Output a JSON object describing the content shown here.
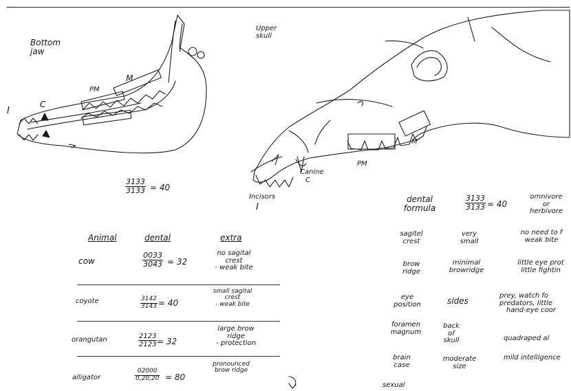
{
  "sketch_labels": {
    "bottom_jaw": "Bottom\njaw",
    "upper_skull": "Upper\nskull",
    "pm_left": "PM",
    "m_left": "M",
    "c_left": "C",
    "i_left": "I",
    "pm_right": "PM",
    "m_right": "M",
    "canine": "Canine",
    "canine_c": "C",
    "incisors": "Incisors",
    "incisors_i": "I"
  },
  "center_formula": {
    "num": "3133",
    "den": "3133",
    "result": "= 40"
  },
  "table": {
    "headers": {
      "animal": "Animal",
      "dental": "dental",
      "extra": "extra"
    },
    "rows": [
      {
        "animal": "cow",
        "num": "0033",
        "den": "3043",
        "result": "= 32",
        "extra": [
          "no sagital",
          "crest",
          "- weak bite"
        ]
      },
      {
        "animal": "coyote",
        "num": "3142",
        "den": "3143",
        "result": "= 40",
        "extra": [
          "small sagital",
          "crest",
          "- weak bite"
        ]
      },
      {
        "animal": "orangutan",
        "num": "2123",
        "den": "2123",
        "result": "= 32",
        "extra": [
          "large brow",
          "ridge",
          "- protection"
        ]
      },
      {
        "animal": "alligator",
        "num": "02000",
        "den": "0,20,20",
        "result": "= 80",
        "extra": [
          "pronounced",
          "brow ridge"
        ]
      }
    ]
  },
  "traits": {
    "formula_label": [
      "dental",
      "formula"
    ],
    "formula": {
      "num": "3133",
      "den": "3133",
      "result": "= 40"
    },
    "formula_note": [
      "omnivore",
      "or",
      "herbivore"
    ],
    "rows": [
      {
        "trait": [
          "sagitel",
          "crest"
        ],
        "value": [
          "very",
          "small"
        ],
        "note": [
          "no need to f",
          "weak bite"
        ]
      },
      {
        "trait": [
          "brow",
          "ridge"
        ],
        "value": [
          "minimal",
          "browridge"
        ],
        "note": [
          "little eye prot",
          "little fightin"
        ]
      },
      {
        "trait": [
          "eye",
          "position"
        ],
        "value": [
          "sides"
        ],
        "note": [
          "prey, watch fo",
          "predators, little",
          "hand-eye coor"
        ]
      },
      {
        "trait": [
          "foramen",
          "magnum"
        ],
        "value": [
          "back",
          "of",
          "skull"
        ],
        "note": [
          "quadraped al"
        ]
      },
      {
        "trait": [
          "brain",
          "case"
        ],
        "value": [
          "moderate",
          "size"
        ],
        "note": [
          "mild intelligence"
        ]
      },
      {
        "trait": [
          "sexual"
        ],
        "value": [],
        "note": []
      }
    ]
  }
}
